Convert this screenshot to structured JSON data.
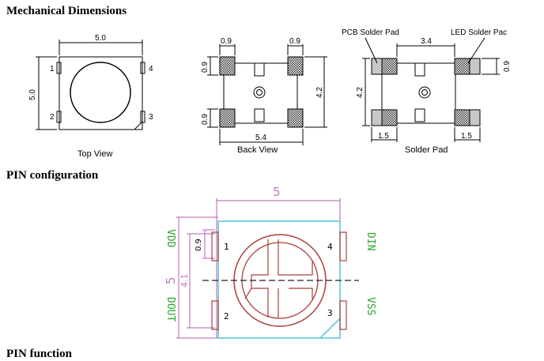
{
  "headings": {
    "mechanical": "Mechanical  Dimensions",
    "pin_config": "PIN  configuration",
    "pin_function": "PIN function"
  },
  "top_view": {
    "caption": "Top View",
    "width_dim": "5.0",
    "height_dim": "5.0",
    "pins": [
      "1",
      "2",
      "3",
      "4"
    ]
  },
  "back_view": {
    "caption": "Back View",
    "pad_w_left": "0.9",
    "pad_w_right": "0.9",
    "pad_h_top": "0.9",
    "pad_h_bottom": "0.9",
    "height_dim": "4.2",
    "width_dim": "5.4"
  },
  "solder_pad": {
    "caption": "Solder Pad",
    "pcb_label": "PCB Solder Pad",
    "led_label": "LED Solder Pac",
    "span_dim": "3.4",
    "height_dim": "4.2",
    "pad_h": "0.9",
    "left_w": "1.5",
    "right_w": "1.5"
  },
  "pin_diagram": {
    "width_dim": "5",
    "height_dim": "5",
    "inner_dim": "4.1",
    "pad_dim": "0.9",
    "pin_names": {
      "vdd": "VDD",
      "dout": "DOUT",
      "din": "DIN",
      "vss": "VSS"
    },
    "pins": [
      "1",
      "2",
      "3",
      "4"
    ],
    "colors": {
      "outline": "#5bc8d8",
      "dimension": "#c07ac0",
      "pads": "#a8403a",
      "labels": "#28a828"
    }
  }
}
